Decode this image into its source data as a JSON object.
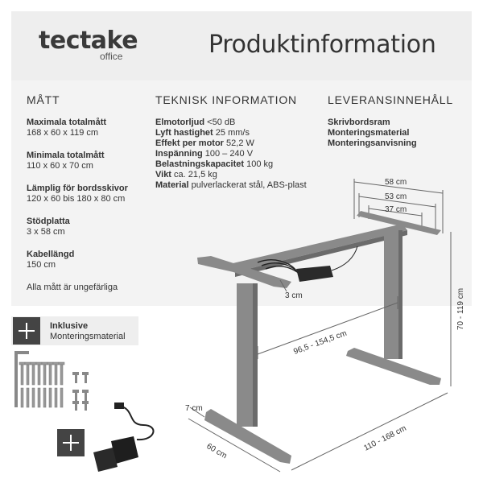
{
  "brand": {
    "name": "tectake",
    "sub": "office"
  },
  "page_title": "Produktinformation",
  "dimensions": {
    "heading": "MÅTT",
    "items": [
      {
        "label": "Maximala totalmått",
        "value": "168 x 60 x 119 cm"
      },
      {
        "label": "Minimala totalmått",
        "value": "110 x 60 x 70 cm"
      },
      {
        "label": "Lämplig för bordsskivor",
        "value": "120 x 60 bis 180 x 80 cm"
      },
      {
        "label": "Stödplatta",
        "value": "3 x 58 cm"
      },
      {
        "label": "Kabellängd",
        "value": "150 cm"
      }
    ],
    "note": "Alla mått är ungefärliga"
  },
  "technical": {
    "heading": "TEKNISK INFORMATION",
    "rows": [
      {
        "label": "Elmotorljud",
        "value": "<50 dB"
      },
      {
        "label": "Lyft hastighet",
        "value": "25 mm/s"
      },
      {
        "label": "Effekt per motor",
        "value": "52,2 W"
      },
      {
        "label": "Inspänning",
        "value": "100 – 240 V"
      },
      {
        "label": "Belastningskapacitet",
        "value": "100 kg"
      },
      {
        "label": "Vikt",
        "value": "ca. 21,5 kg"
      },
      {
        "label": "Material",
        "value": "pulverlackerat stål, ABS-plast"
      }
    ]
  },
  "delivery": {
    "heading": "LEVERANSINNEHÅLL",
    "items": [
      "Skrivbordsram",
      "Monteringsmaterial",
      "Monteringsanvisning"
    ]
  },
  "included": {
    "title": "Inklusive",
    "text": "Monteringsmaterial"
  },
  "diagram_labels": {
    "w58": "58 cm",
    "w53": "53 cm",
    "w37": "37 cm",
    "thick": "3 cm",
    "width_range": "96,5 - 154,5 cm",
    "height_range": "70 - 119 cm",
    "foot": "7 cm",
    "depth": "60 cm",
    "length_range": "110 - 168 cm"
  },
  "colors": {
    "frame": "#8a8a8a",
    "frame_dark": "#6b6b6b",
    "header_bg": "#eeeeee",
    "panel_bg": "#f3f3f3"
  }
}
